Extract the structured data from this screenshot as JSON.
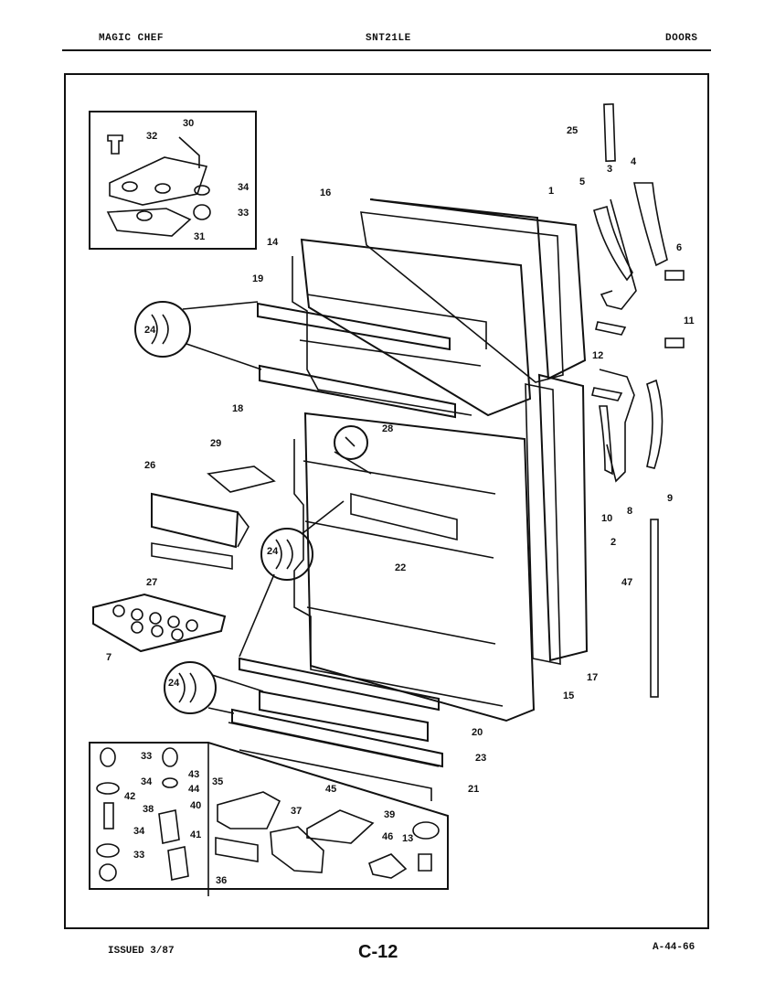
{
  "header": {
    "brand": "MAGIC CHEF",
    "model": "SNT21LE",
    "section": "DOORS"
  },
  "footer": {
    "issued": "ISSUED 3/87",
    "page": "C-12",
    "ref": "A-44-66"
  },
  "callouts": [
    "1",
    "2",
    "3",
    "4",
    "5",
    "6",
    "7",
    "8",
    "9",
    "10",
    "11",
    "12",
    "13",
    "14",
    "15",
    "16",
    "17",
    "18",
    "19",
    "20",
    "21",
    "22",
    "23",
    "24",
    "25",
    "26",
    "27",
    "28",
    "29",
    "30",
    "31",
    "32",
    "33",
    "34",
    "35",
    "36",
    "37",
    "38",
    "39",
    "40",
    "41",
    "42",
    "43",
    "44",
    "45",
    "46",
    "47"
  ],
  "icons": {
    "freezer_door": "freezer-door-icon",
    "fresh_food_door": "fresh-food-door-icon",
    "hinge_set": "hinge-set-icon"
  }
}
